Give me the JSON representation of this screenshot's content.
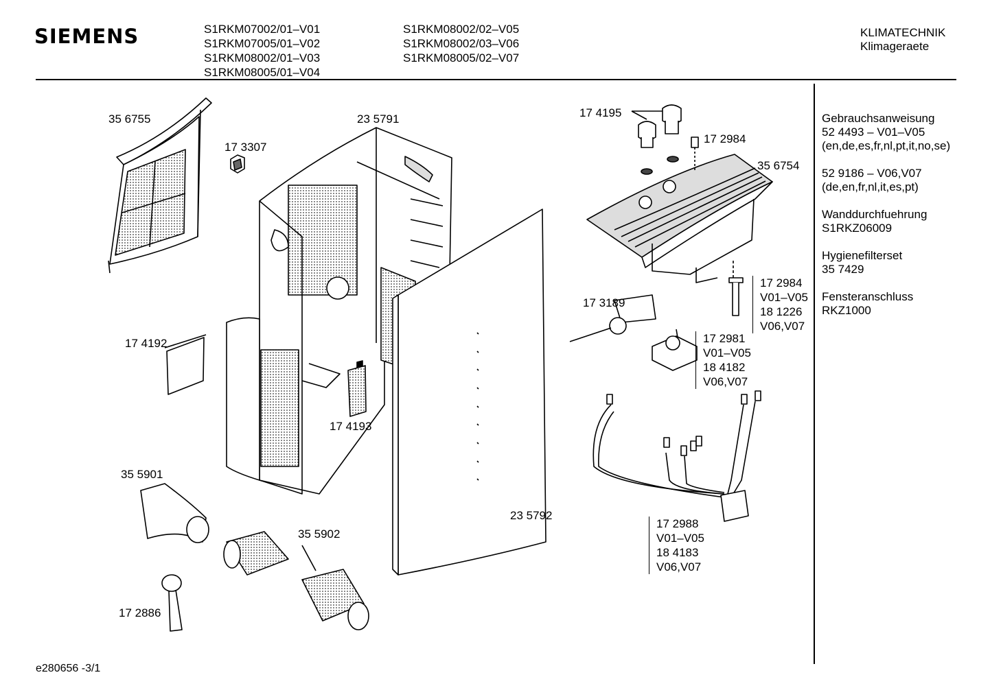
{
  "header": {
    "brand": "SIEMENS",
    "models_col1": [
      "S1RKM07002/01–V01",
      "S1RKM07005/01–V02",
      "S1RKM08002/01–V03",
      "S1RKM08005/01–V04"
    ],
    "models_col2": [
      "S1RKM08002/02–V05",
      "S1RKM08002/03–V06",
      "S1RKM08005/02–V07"
    ],
    "category": "KLIMATECHNIK",
    "subcategory": "Klimageraete"
  },
  "sidebar": {
    "groups": [
      {
        "lines": [
          "Gebrauchsanweisung",
          "52 4493 – V01–V05",
          "(en,de,es,fr,nl,pt,it,no,se)"
        ]
      },
      {
        "lines": [
          "52 9186 – V06,V07",
          "(de,en,fr,nl,it,es,pt)"
        ]
      },
      {
        "lines": [
          "Wanddurchfuehrung",
          "S1RKZ06009"
        ]
      },
      {
        "lines": [
          "Hygienefilterset",
          "35 7429"
        ]
      },
      {
        "lines": [
          "Fensteranschluss",
          "RKZ1000"
        ]
      }
    ]
  },
  "parts": {
    "p356755": "35 6755",
    "p235791": "23 5791",
    "p173307": "17 3307",
    "p174195": "17 4195",
    "p172984a": "17 2984",
    "p356754": "35 6754",
    "p174192": "17 4192",
    "p174193": "17 4193",
    "p173189": "17 3189",
    "p355901": "35 5901",
    "p355902": "35 5902",
    "p235792": "23 5792",
    "p172886": "17 2886"
  },
  "stacks": {
    "s1": [
      "17 2984",
      "V01–V05",
      "18 1226",
      "V06,V07"
    ],
    "s2": [
      "17 2981",
      "V01–V05",
      "18 4182",
      "V06,V07"
    ],
    "s3": [
      "17 2988",
      "V01–V05",
      "18 4183",
      "V06,V07"
    ]
  },
  "footer": {
    "doc_id": "e280656 -3/1"
  }
}
